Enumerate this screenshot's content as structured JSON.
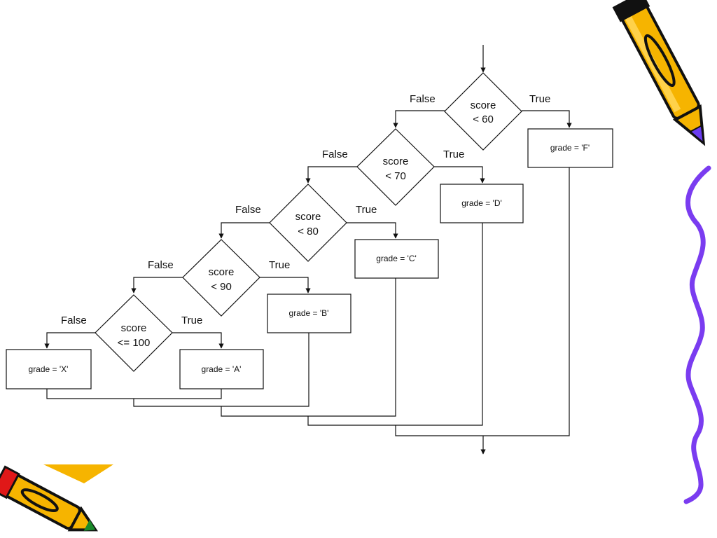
{
  "flowchart": {
    "decisions": [
      {
        "line1": "score",
        "line2": "< 60",
        "false_label": "False",
        "true_label": "True"
      },
      {
        "line1": "score",
        "line2": "< 70",
        "false_label": "False",
        "true_label": "True"
      },
      {
        "line1": "score",
        "line2": "< 80",
        "false_label": "False",
        "true_label": "True"
      },
      {
        "line1": "score",
        "line2": "< 90",
        "false_label": "False",
        "true_label": "True"
      },
      {
        "line1": "score",
        "line2": "<= 100",
        "false_label": "False",
        "true_label": "True"
      }
    ],
    "boxes": {
      "f": "grade = 'F'",
      "d": "grade = 'D'",
      "c": "grade = 'C'",
      "b": "grade = 'B'",
      "a": "grade = 'A'",
      "x": "grade = 'X'"
    }
  },
  "decorations": {
    "top_right_icon": "pencil-icon",
    "bottom_left_icon": "pencil-icon",
    "right_edge": "squiggle-line",
    "colors": {
      "pencil_body": "#f6b400",
      "pencil_tip_purple": "#6a3cf0",
      "squiggle": "#7a3cf0",
      "pencil_red": "#e01818"
    }
  }
}
